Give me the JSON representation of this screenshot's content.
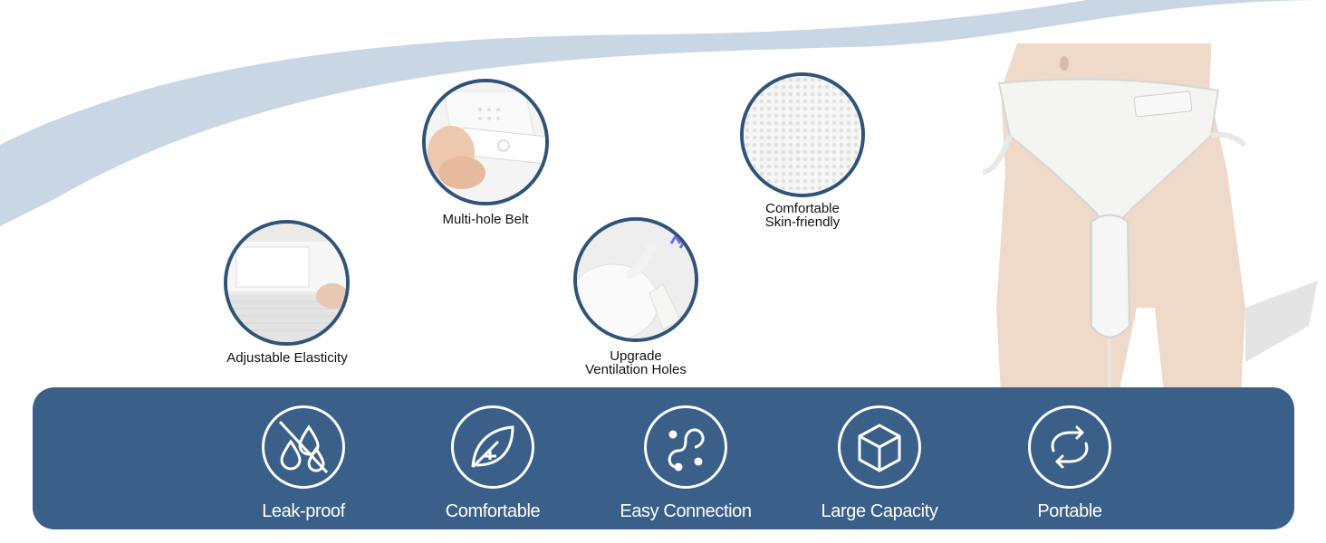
{
  "features": {
    "adjustable": {
      "label": "Adjustable Elasticity",
      "icon": "velcro-closeup-photo"
    },
    "belt": {
      "label": "Multi-hole Belt",
      "icon": "belt-buckle-photo"
    },
    "ventilation": {
      "label": "Upgrade\nVentilation Holes",
      "icon": "urine-bag-valve-photo"
    },
    "skin": {
      "label": "Comfortable\nSkin-friendly",
      "icon": "mesh-fabric-photo"
    }
  },
  "benefits": [
    {
      "label": "Leak-proof",
      "icon": "no-drops-icon"
    },
    {
      "label": "Comfortable",
      "icon": "leaf-icon"
    },
    {
      "label": "Easy Connection",
      "icon": "connection-icon"
    },
    {
      "label": "Large Capacity",
      "icon": "cube-icon"
    },
    {
      "label": "Portable",
      "icon": "cycle-arrows-icon"
    }
  ],
  "colors": {
    "bar": "#3a5f88",
    "circle_border": "#2f5478",
    "swoosh": "#c9d6e4"
  }
}
